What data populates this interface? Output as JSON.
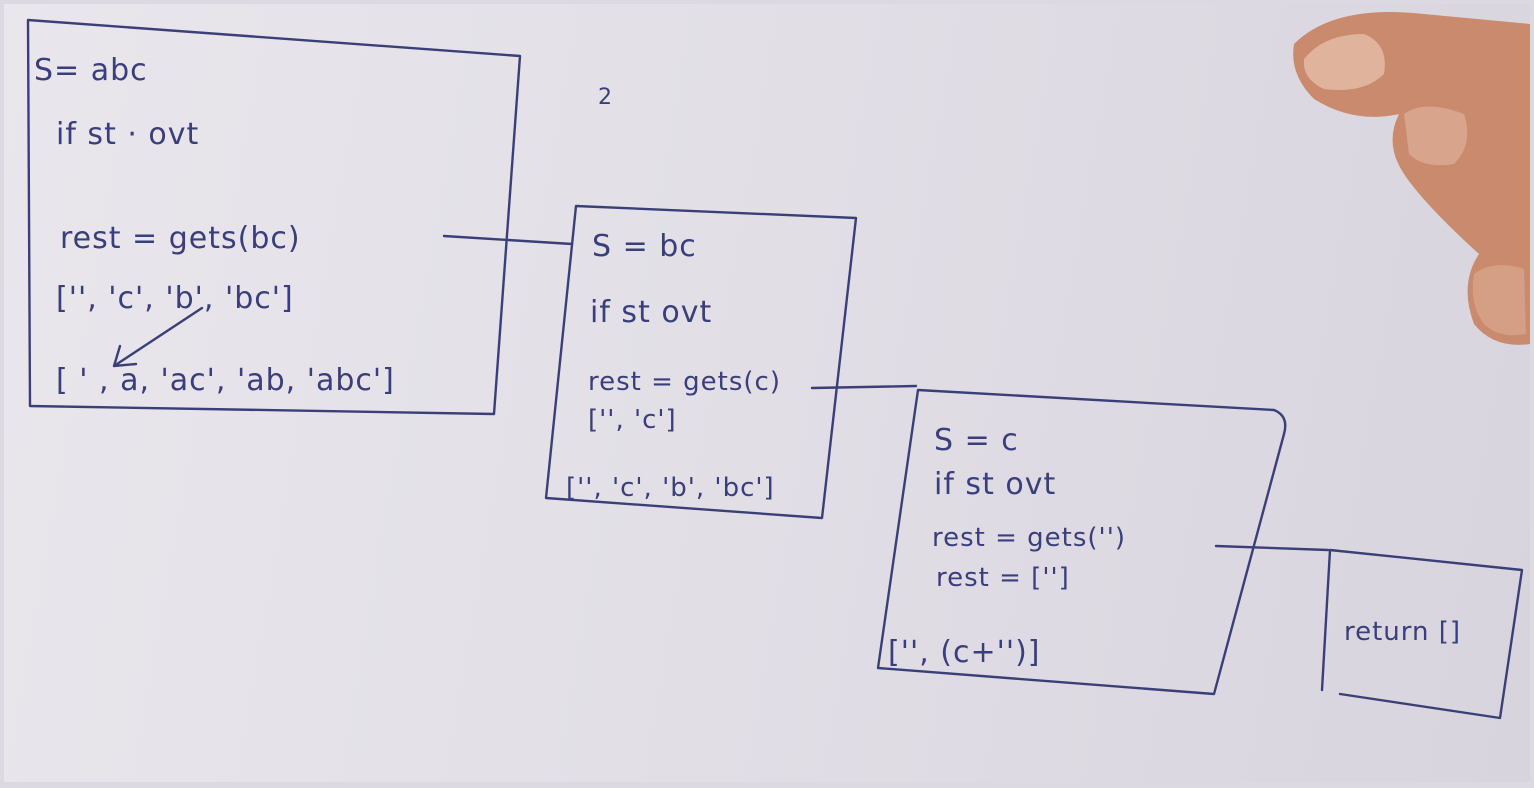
{
  "frames": [
    {
      "lines": [
        "S= abc",
        "if st · ovt",
        "rest = gets(bc)",
        "['', 'c', 'b', 'bc']",
        "[ '  , a, 'ac', 'ab, 'abc']"
      ]
    },
    {
      "lines": [
        "S = bc",
        "if st ovt",
        "rest = gets(c)",
        "['', 'c']",
        "['', 'c', 'b', 'bc']"
      ]
    },
    {
      "lines": [
        "S = c",
        "if st ovt",
        "rest = gets('')",
        "rest = ['']",
        "['', (c+'')]"
      ]
    },
    {
      "lines": [
        "return []"
      ]
    }
  ],
  "stray_mark": "2",
  "colors": {
    "ink": "#3b3f78",
    "paper": "#e6e3ea",
    "finger": "#c98a6e"
  }
}
